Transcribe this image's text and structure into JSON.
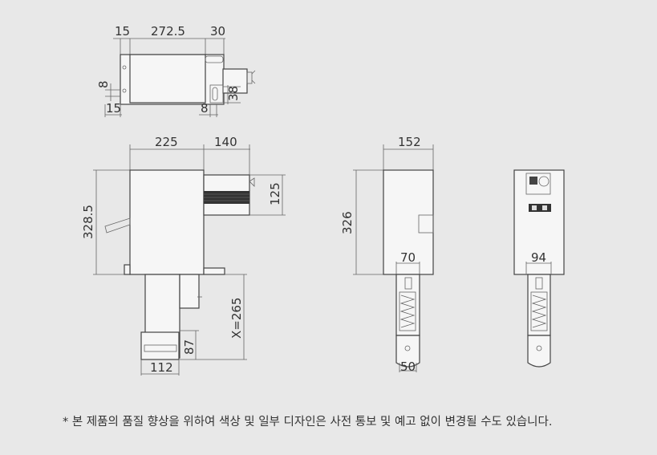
{
  "dimensions": {
    "top_left": "15",
    "top_mid": "272.5",
    "top_right": "30",
    "left_small": "8",
    "bottom_left": "15",
    "bottom_mid": "8",
    "right_small": "38",
    "front_width": "225",
    "front_ext": "140",
    "front_height": "328.5",
    "front_side": "125",
    "front_x": "X=265",
    "front_87": "87",
    "front_112": "112",
    "side_width": "152",
    "side_height": "326",
    "side_70": "70",
    "side_50": "50",
    "back_94": "94"
  },
  "footnote": "* 본 제품의 품질 향상을 위하여 색상 및 일부 디자인은 사전 통보 및 예고 없이 변경될 수도 있습니다."
}
